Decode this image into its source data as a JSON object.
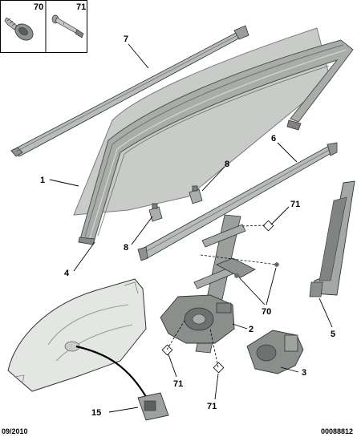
{
  "inset": {
    "left_label": "70",
    "right_label": "71",
    "left_icon": "self-tapping-screw-icon",
    "right_icon": "rivet-icon"
  },
  "callouts": {
    "c7": "7",
    "c1": "1",
    "c6": "6",
    "c8a": "8",
    "c8b": "8",
    "c71a": "71",
    "c4": "4",
    "c70": "70",
    "c2": "2",
    "c5": "5",
    "c3": "3",
    "c71b": "71",
    "c71c": "71",
    "c15": "15"
  },
  "footer": {
    "date": "09/2010",
    "ref": "00088812"
  },
  "colors": {
    "glass": "#c8cbc8",
    "seal": "#9aa09c",
    "mechanism": "#8a8f8c",
    "door_panel": "#e4e6e4"
  }
}
